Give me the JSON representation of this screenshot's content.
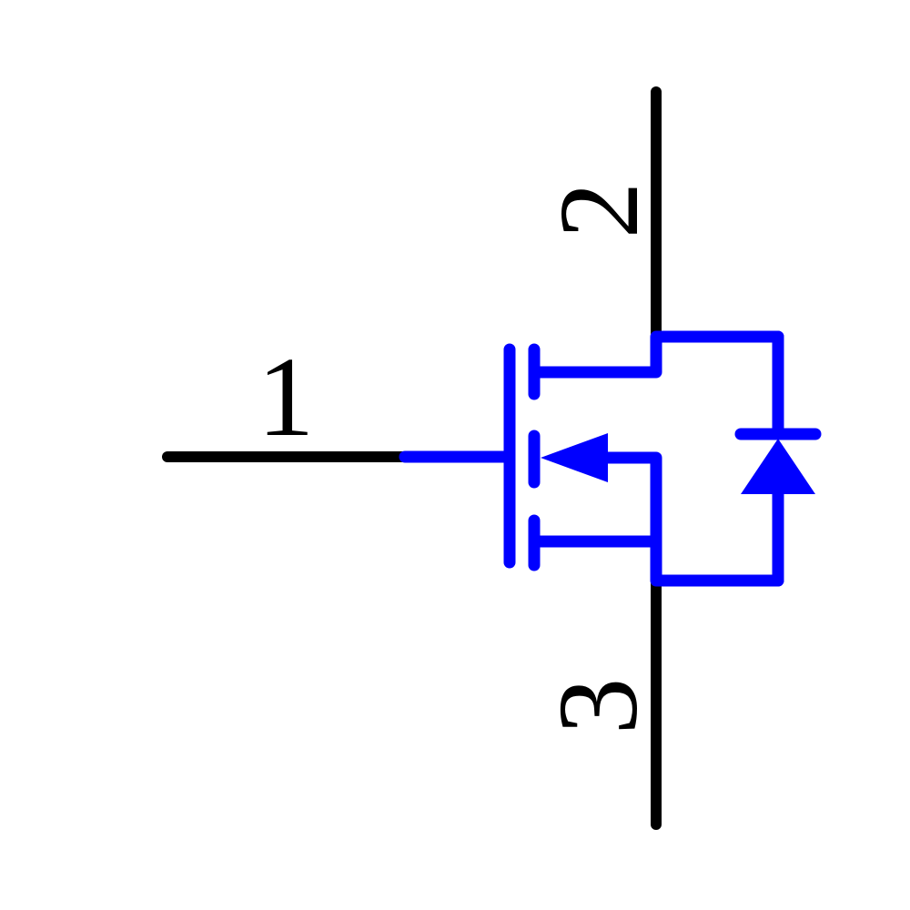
{
  "diagram": {
    "title": "N-channel MOSFET with body diode schematic symbol",
    "component": "nmos-with-body-diode",
    "colors": {
      "symbol": "#0000ff",
      "terminal": "#000000",
      "background": "#ffffff"
    },
    "terminals": [
      {
        "number": "1",
        "role": "gate",
        "side": "left"
      },
      {
        "number": "2",
        "role": "drain",
        "side": "top"
      },
      {
        "number": "3",
        "role": "source",
        "side": "bottom"
      }
    ]
  }
}
